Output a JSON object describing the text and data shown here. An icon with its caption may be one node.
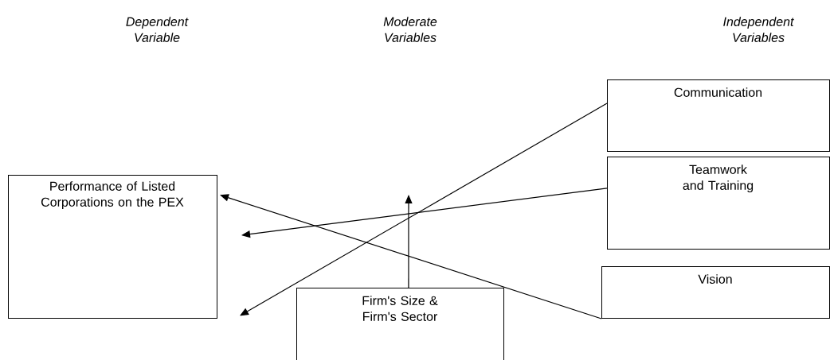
{
  "diagram": {
    "nodes": [
      {
        "text": [
          "Performance of Listed Corporations on the PEX"
        ]
      },
      {
        "text": [
          "Communication"
        ]
      },
      {
        "text": [
          "Teamwork and Training"
        ]
      },
      {
        "text": [
          "Vision"
        ]
      },
      {
        "text": [
          "Firm's Size & Firm's Sector"
        ]
      }
    ],
    "edges": [
      {
        "from": 1,
        "to": 0,
        "arrow": "to"
      },
      {
        "from": 2,
        "to": 0,
        "arrow": "to"
      },
      {
        "from": 3,
        "to": 0,
        "arrow": "to"
      },
      {
        "from": 4,
        "to": null,
        "arrow": "to"
      }
    ],
    "labels": [
      "Dependent Variable",
      "Moderate Variables",
      "Independent Variables"
    ]
  }
}
